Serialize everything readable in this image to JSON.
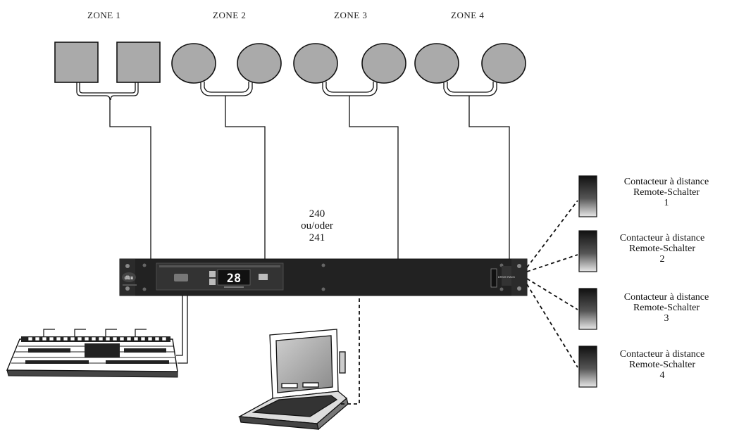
{
  "zones": [
    {
      "label": "ZONE 1",
      "speaker_shape": "square"
    },
    {
      "label": "ZONE 2",
      "speaker_shape": "circle"
    },
    {
      "label": "ZONE 3",
      "speaker_shape": "circle"
    },
    {
      "label": "ZONE 4",
      "speaker_shape": "circle"
    }
  ],
  "processor": {
    "model_line1": "240",
    "model_line2": "ou/oder",
    "model_line3": "241",
    "display_value": "28",
    "brand": "dbx",
    "product_name": "DRIVE RACK"
  },
  "remotes": [
    {
      "line1": "Contacteur à distance",
      "line2": "Remote-Schalter",
      "number": "1"
    },
    {
      "line1": "Contacteur à distance",
      "line2": "Remote-Schalter",
      "number": "2"
    },
    {
      "line1": "Contacteur à distance",
      "line2": "Remote-Schalter",
      "number": "3"
    },
    {
      "line1": "Contacteur à distance",
      "line2": "Remote-Schalter",
      "number": "4"
    }
  ],
  "colors": {
    "speaker_fill": "#aaaaaa",
    "rack_body": "#222222",
    "line": "#111111",
    "display_digits": "#ffffff"
  },
  "devices": {
    "mixer_icon": "mixing-console-icon",
    "laptop_icon": "laptop-icon",
    "remote_icon": "remote-switch-icon"
  }
}
